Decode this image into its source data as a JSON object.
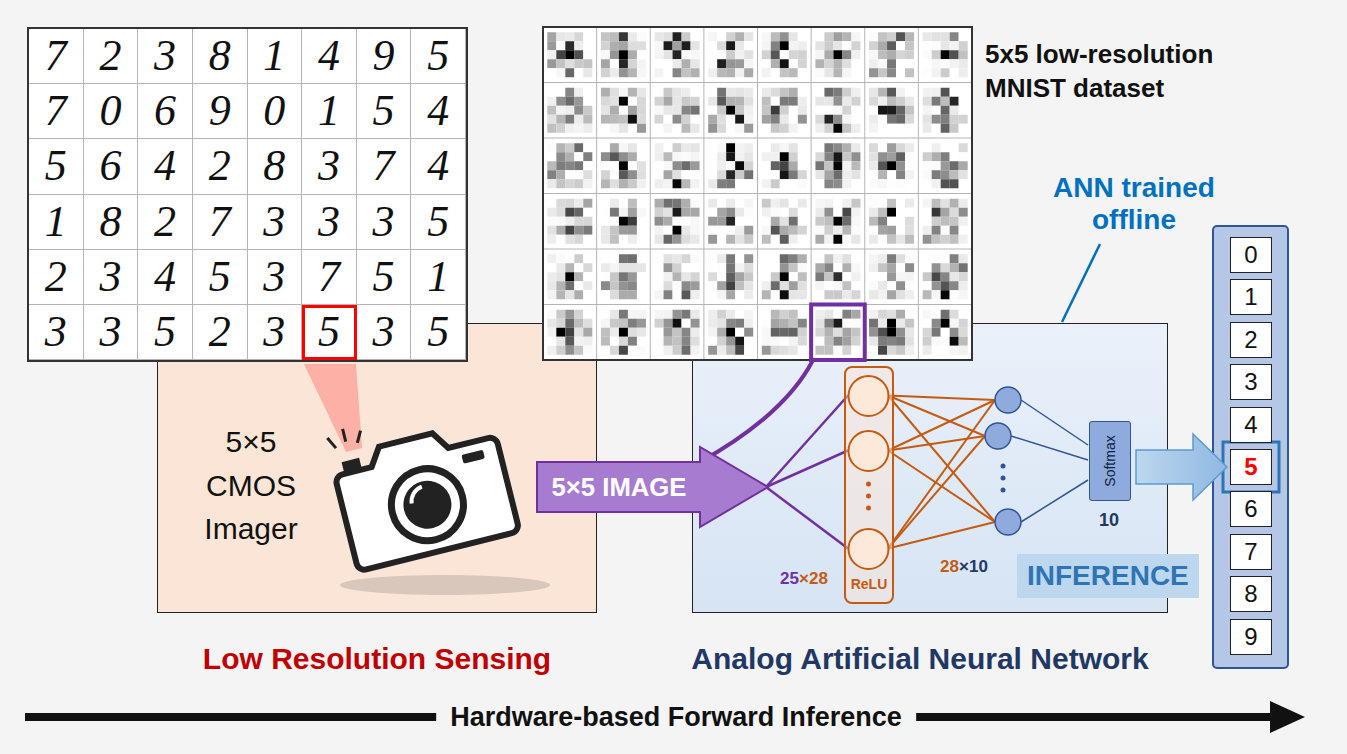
{
  "diagram": {
    "nodes": [
      {
        "text": [
          "5×5 CMOS Imager",
          "Low Resolution Sensing"
        ]
      },
      {
        "text": [
          "5×5 IMAGE"
        ]
      },
      {
        "text": [
          "Analog Artificial Neural Network"
        ]
      },
      {
        "text": [
          "ReLU"
        ],
        "in": 2
      },
      {
        "text": [
          "Softmax"
        ],
        "in": 2
      },
      {
        "text": [
          "INFERENCE"
        ],
        "in": 2
      },
      {
        "text": [
          "0"
        ]
      },
      {
        "text": [
          "1"
        ]
      },
      {
        "text": [
          "2"
        ]
      },
      {
        "text": [
          "3"
        ]
      },
      {
        "text": [
          "4"
        ]
      },
      {
        "text": [
          "5"
        ]
      },
      {
        "text": [
          "6"
        ]
      },
      {
        "text": [
          "7"
        ]
      },
      {
        "text": [
          "8"
        ]
      },
      {
        "text": [
          "9"
        ]
      }
    ],
    "edges": [
      {
        "from": 4,
        "to": 11,
        "arrow": "to"
      }
    ],
    "labels": [
      "7",
      "2",
      "3",
      "8",
      "1",
      "4",
      "9",
      "5",
      "7",
      "0",
      "6",
      "9",
      "0",
      "1",
      "5",
      "4",
      "5",
      "6",
      "4",
      "2",
      "8",
      "3",
      "7",
      "4",
      "1",
      "8",
      "2",
      "7",
      "3",
      "3",
      "3",
      "5",
      "2",
      "3",
      "4",
      "5",
      "3",
      "7",
      "5",
      "1",
      "3",
      "3",
      "5",
      "2",
      "3",
      "5",
      "3",
      "5",
      "5x5 low-resolution MNIST dataset",
      "ANN trained offline",
      "25×28",
      "28×10",
      "10",
      "Hardware-based Forward Inference"
    ]
  }
}
